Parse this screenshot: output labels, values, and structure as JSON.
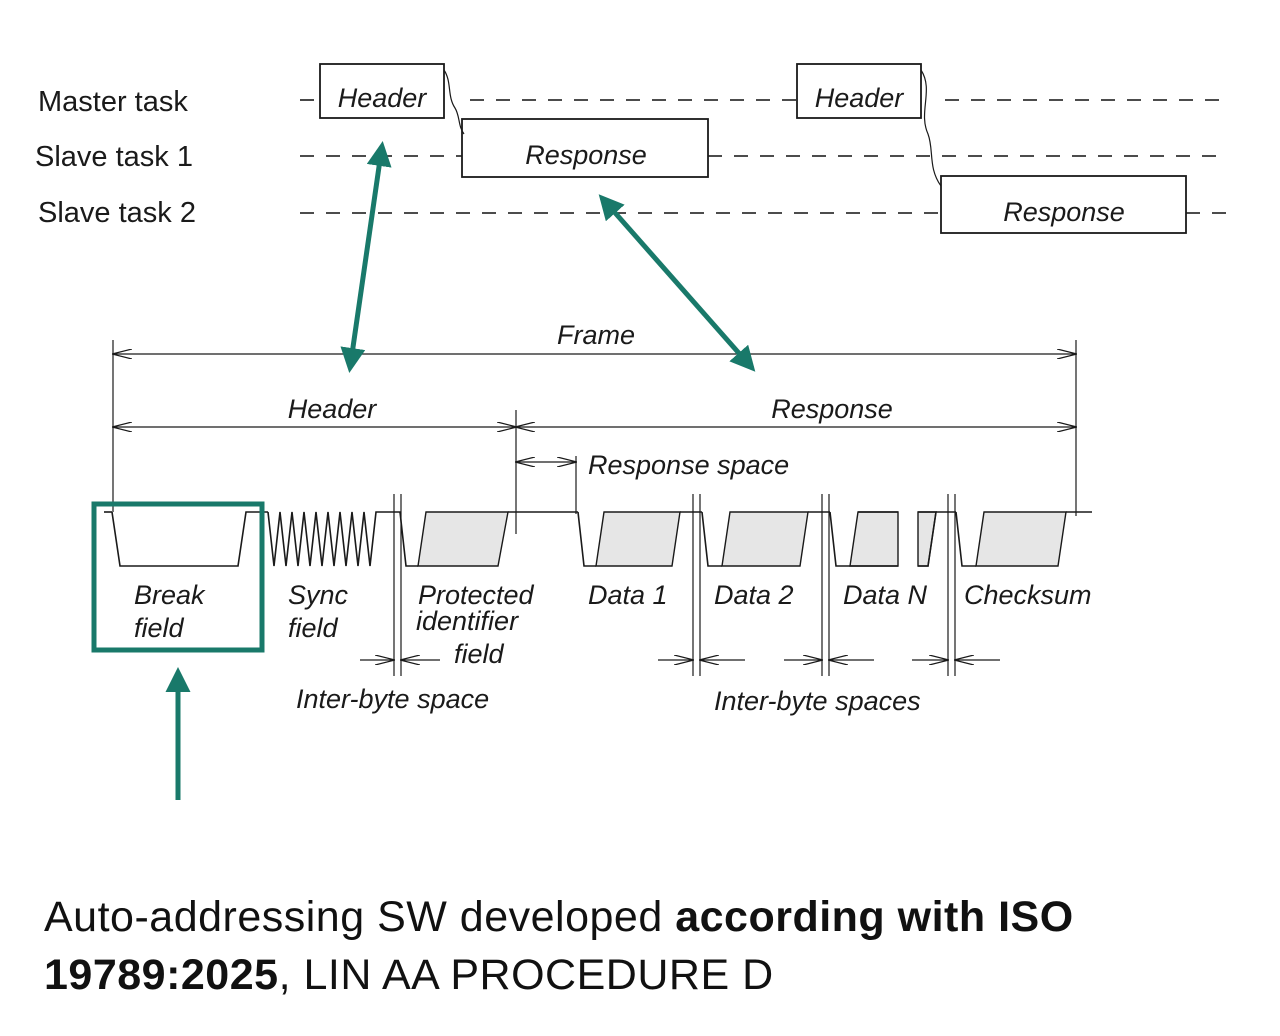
{
  "tasks": {
    "master": "Master task",
    "slave1": "Slave task 1",
    "slave2": "Slave task 2"
  },
  "task_boxes": {
    "header": "Header",
    "response": "Response"
  },
  "frame": {
    "frame": "Frame",
    "header": "Header",
    "response": "Response",
    "response_space": "Response space"
  },
  "fields": {
    "break_1": "Break",
    "break_2": "field",
    "sync_1": "Sync",
    "sync_2": "field",
    "pid_1": "Protected",
    "pid_2": "identifier",
    "pid_3": "field",
    "data1": "Data 1",
    "data2": "Data 2",
    "dataN": "Data N",
    "checksum": "Checksum",
    "inter_byte_space": "Inter-byte space",
    "inter_byte_spaces": "Inter-byte spaces"
  },
  "caption": {
    "part1": "Auto-addressing SW developed ",
    "part2": "according with ISO 19789:2025",
    "part3": ", LIN AA PROCEDURE D"
  },
  "colors": {
    "highlight": "#19796a",
    "byte_fill": "#e6e6e6"
  }
}
